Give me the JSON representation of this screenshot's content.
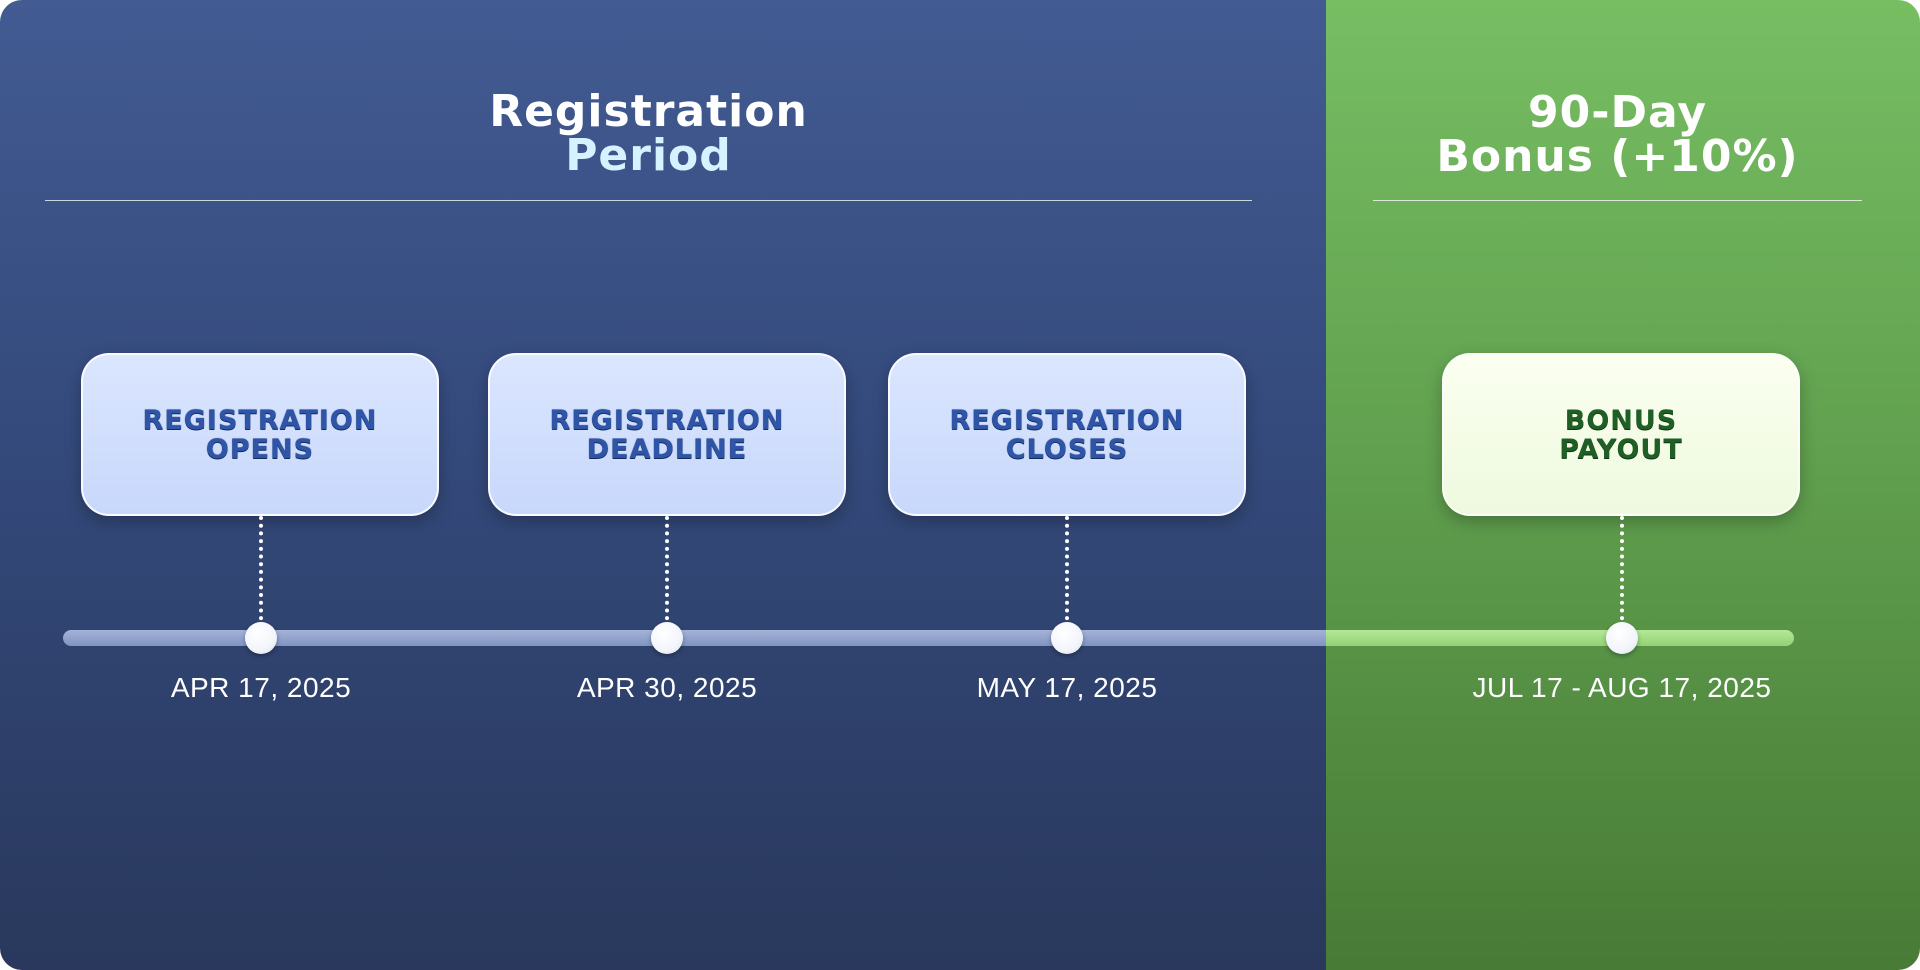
{
  "sections": {
    "registration": {
      "title_line1": "Registration",
      "title_line2": "Period"
    },
    "bonus": {
      "title_line1": "90-Day",
      "title_line2": "Bonus (+10%)"
    }
  },
  "milestones": [
    {
      "label": "REGISTRATION\nOPENS",
      "date": "APR 17, 2025"
    },
    {
      "label": "REGISTRATION\nDEADLINE",
      "date": "APR 30, 2025"
    },
    {
      "label": "REGISTRATION\nCLOSES",
      "date": "MAY 17, 2025"
    },
    {
      "label": "BONUS\nPAYOUT",
      "date": "JUL 17 - AUG 17, 2025"
    }
  ],
  "colors": {
    "registration_panel": "#3a5186",
    "bonus_panel": "#62a24f",
    "registration_card": "#d3e0fd",
    "bonus_card": "#f6fde8",
    "registration_text": "#2f55a8",
    "bonus_text": "#1f5f26"
  }
}
